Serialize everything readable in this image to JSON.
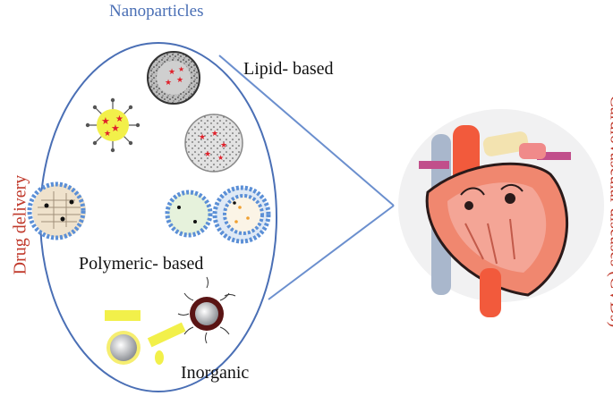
{
  "title": "Nanoparticles",
  "categories": {
    "lipid": "Lipid- based",
    "polymeric": "Polymeric- based",
    "inorganic": "Inorganic"
  },
  "side_left": "Drug delivery",
  "side_right": "Cardiovascular diseases (CVDs)",
  "colors": {
    "outline": "#4a6fb5",
    "bead": "#5b8fd6",
    "star": "#e0202a",
    "yellow": "#f2f04a",
    "side_text": "#c0392b"
  }
}
